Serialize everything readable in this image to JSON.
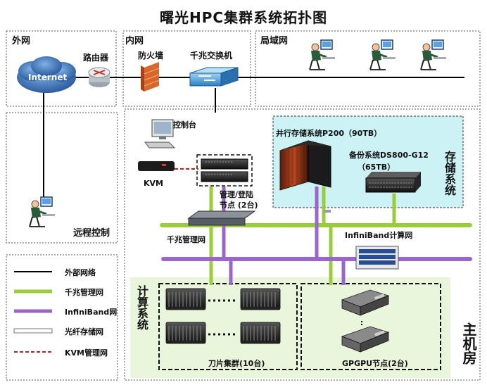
{
  "title": "曙光HPC集群系统拓扑图",
  "sections": {
    "outer": "外网",
    "inner": "内网",
    "lan": "局域网",
    "storage": "存储系统",
    "compute": "计算系统",
    "machine_room": "主机房"
  },
  "nodes": {
    "internet": "Internet",
    "router": "路由器",
    "firewall": "防火墙",
    "gigabit_switch": "千兆交换机",
    "console": "控制台",
    "kvm": "KVM",
    "login_nodes": [
      "管理/登陆",
      "节点 (2台)"
    ],
    "storage_p200": "并行存储系统P200（90TB）",
    "backup_ds800": [
      "备份系统DS800-G12",
      "（65TB）"
    ],
    "gigabit_mgmt_net": "千兆管理网",
    "infiniband_net": "InfiniBand计算网",
    "remote_control": "远程控制",
    "blade_cluster": "刀片集群(10台)",
    "gpgpu_nodes": "GPGPU节点(2台)"
  },
  "legend": [
    {
      "label": "外部网络",
      "color": "#000000",
      "style": "solid"
    },
    {
      "label": "千兆管理网",
      "color": "#9bcc3c",
      "style": "thick"
    },
    {
      "label": "InfiniBand网",
      "color": "#9966cc",
      "style": "thick"
    },
    {
      "label": "光纤存储网",
      "color": "#d0d0d0",
      "style": "outlined"
    },
    {
      "label": "KVM管理网",
      "color": "#a52a2a",
      "style": "dashed"
    }
  ],
  "colors": {
    "gigabit": "#9bcc3c",
    "infiniband": "#9966cc",
    "storage_bg": "#ccf2f5",
    "machine_room_bg": "#eaf6dc",
    "kvm": "#a52a2a"
  },
  "icons": [
    "globe-icon",
    "router-icon",
    "firewall-icon",
    "switch-icon",
    "user-workstation-icon",
    "console-monitor-icon",
    "kvm-icon",
    "server-icon",
    "storage-rack-icon",
    "blade-server-icon",
    "gpu-server-icon",
    "infiniband-switch-icon"
  ]
}
